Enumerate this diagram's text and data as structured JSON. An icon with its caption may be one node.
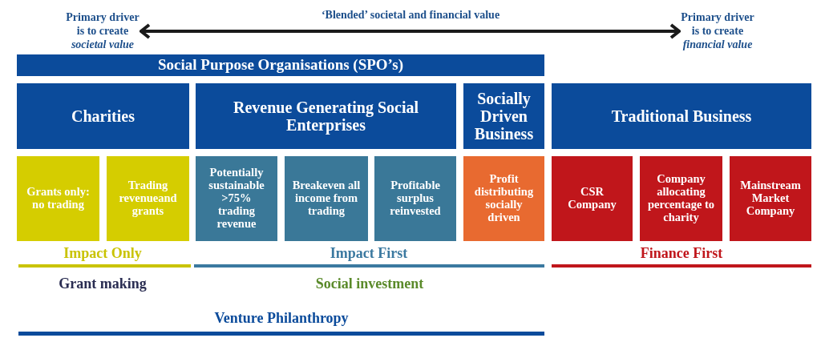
{
  "diagram": {
    "nodes": [
      {
        "text": [
          "Primary driver is to create *societal value*"
        ]
      },
      {
        "text": [
          "Primary driver is to create *financial value*"
        ]
      },
      {
        "text": [
          "Social Purpose Organisations (SPO’s)"
        ]
      },
      {
        "text": [
          "Charities"
        ]
      },
      {
        "text": [
          "Revenue Generating Social Enterprises"
        ]
      },
      {
        "text": [
          "Socially Driven Business"
        ]
      },
      {
        "text": [
          "Traditional Business"
        ]
      },
      {
        "text": [
          "Grants only: no trading"
        ]
      },
      {
        "text": [
          "Trading revenueand grants"
        ]
      },
      {
        "text": [
          "Potentially sustainable >75% trading revenue"
        ]
      },
      {
        "text": [
          "Breakeven all income from trading"
        ]
      },
      {
        "text": [
          "Profitable surplus reinvested"
        ]
      },
      {
        "text": [
          "Profit distributing socially driven"
        ]
      },
      {
        "text": [
          "CSR Company"
        ]
      },
      {
        "text": [
          "Company allocating percentage to charity"
        ]
      },
      {
        "text": [
          "Mainstream Market Company"
        ]
      }
    ],
    "edges": [
      {
        "from": 0,
        "to": 1,
        "arrow": "both",
        "label": "‘Blended’ societal and financial value"
      }
    ],
    "labels": [
      "Impact Only",
      "Impact First",
      "Finance First",
      "Grant making",
      "Social investment",
      "Venture Philanthropy"
    ]
  }
}
